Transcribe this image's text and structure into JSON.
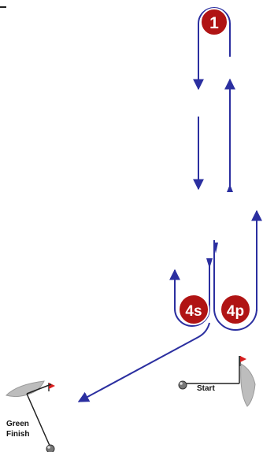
{
  "marks": {
    "windward": "1",
    "gate_starboard": "4s",
    "gate_port": "4p"
  },
  "labels": {
    "start": "Start",
    "finish_line1": "Green",
    "finish_line2": "Finish"
  },
  "colors": {
    "course_line": "#2b2fa0",
    "mark_fill": "#b01414",
    "mark_stroke": "#ffffff",
    "flag": "#d81e1e",
    "boat": "#bdbdbd"
  },
  "icons": {
    "start_pin": "buoy-icon",
    "committee_boat": "boat-icon",
    "finish_boat": "boat-icon",
    "finish_pin": "buoy-icon",
    "flag": "flag-icon"
  }
}
